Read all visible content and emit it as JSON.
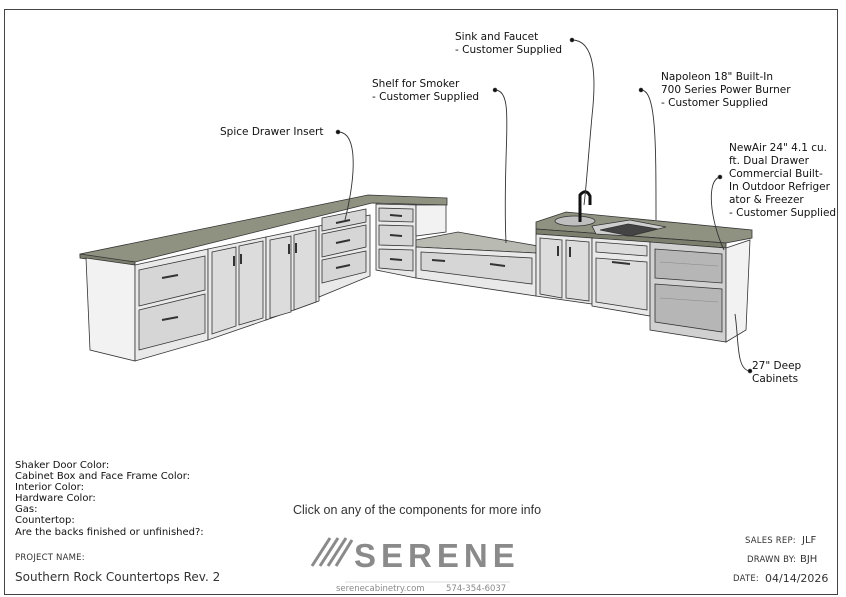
{
  "callouts": {
    "sink": "Sink and Faucet\n- Customer Supplied",
    "shelf": "Shelf for Smoker\n- Customer Supplied",
    "burner": "Napoleon 18\" Built-In\n700 Series Power Burner\n- Customer Supplied",
    "spice": "Spice Drawer Insert",
    "fridge": "NewAir 24\" 4.1 cu.\nft. Dual Drawer\nCommercial Built-\nIn Outdoor Refriger\nator & Freezer\n- Customer Supplied",
    "deep": "27\" Deep\nCabinets"
  },
  "specs": {
    "door_color": "Shaker Door Color:",
    "box_color": "Cabinet Box and Face Frame Color:",
    "interior_color": "Interior Color:",
    "hardware_color": "Hardware Color:",
    "gas": "Gas:",
    "countertop": "Countertop:",
    "backs": "Are the backs finished or unfinished?:"
  },
  "hint": "Click on any of the components for more info",
  "title_block": {
    "project_label": "PROJECT NAME:",
    "project_name": "Southern Rock Countertops Rev. 2",
    "sales_rep_label": "SALES REP:",
    "sales_rep": "JLF",
    "drawn_by_label": "DRAWN BY:",
    "drawn_by": "BJH",
    "date_label": "DATE:",
    "date": "04/14/2026"
  },
  "branding": {
    "logo": "SERENE",
    "website": "serenecabinetry.com",
    "phone": "574-354-6037"
  },
  "colors": {
    "countertop": "#8f9280",
    "cabinet": "#e9e9e9",
    "line": "#333333",
    "logo": "#8a8a8a"
  }
}
